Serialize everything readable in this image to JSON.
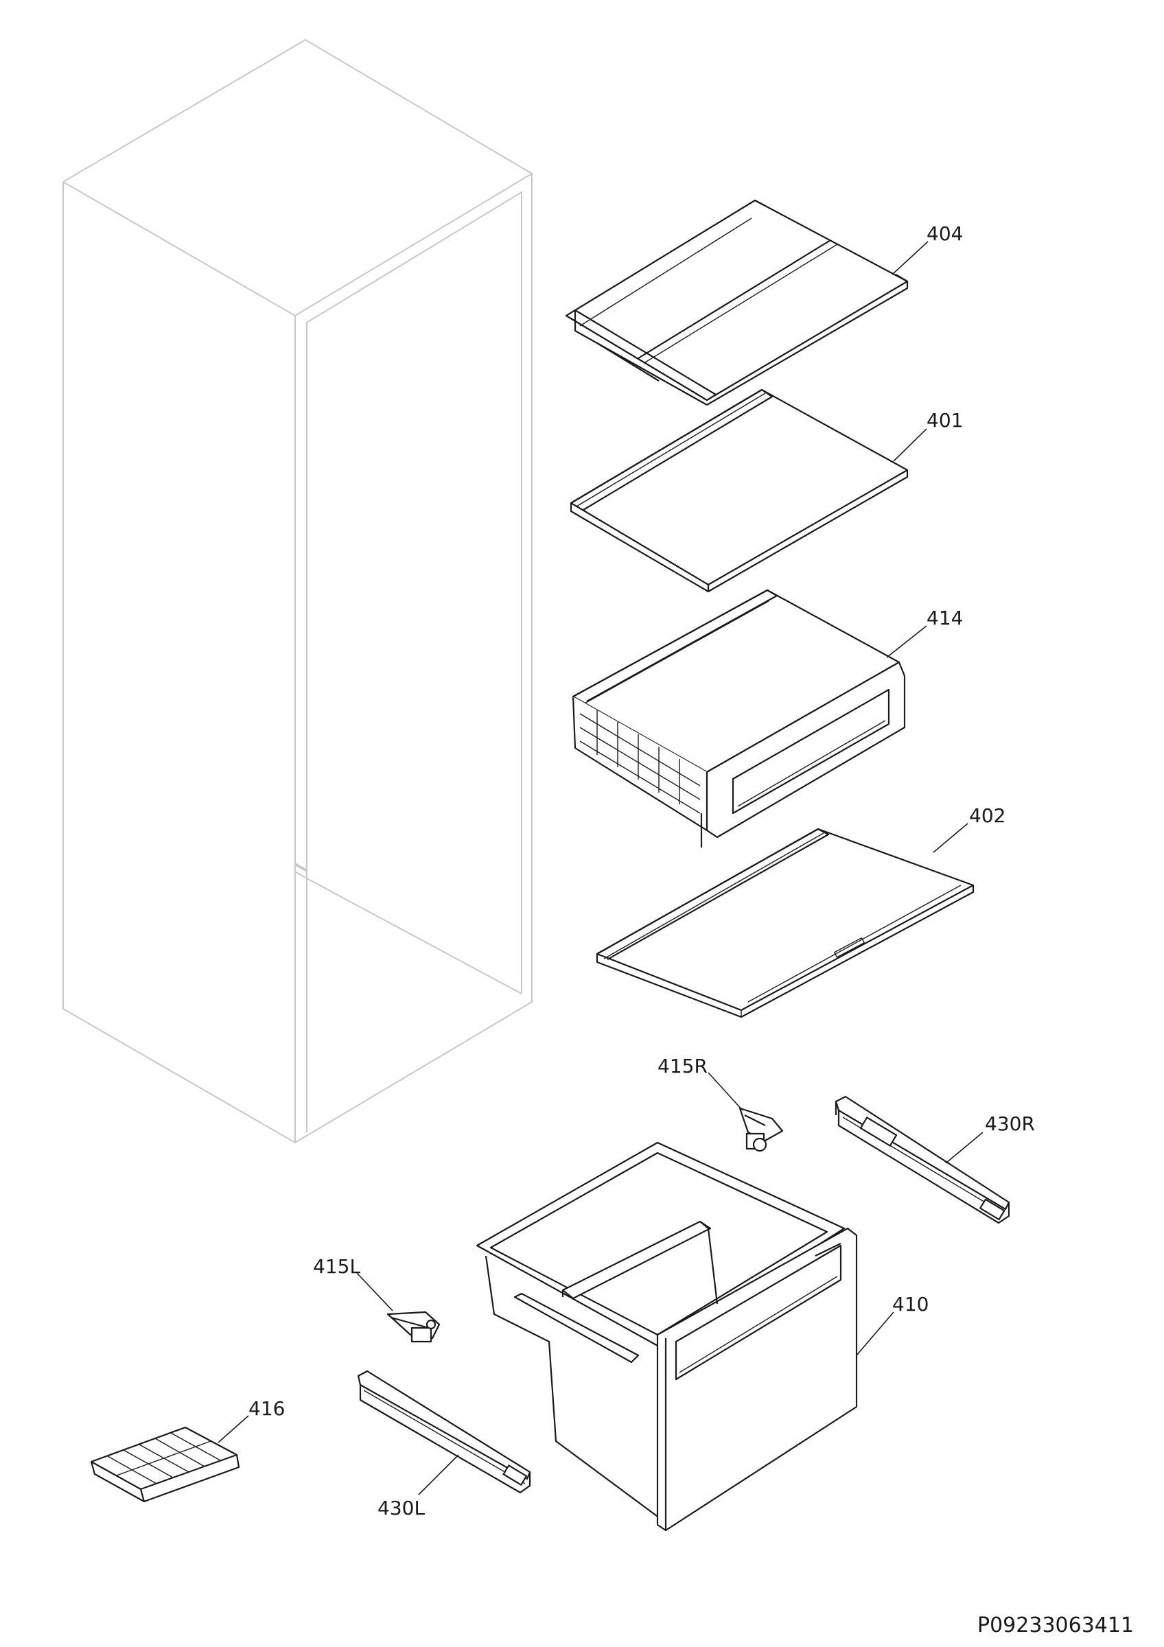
{
  "parts": [
    {
      "id": "404",
      "label": "404",
      "name": "top-glass-shelf"
    },
    {
      "id": "401",
      "label": "401",
      "name": "glass-shelf"
    },
    {
      "id": "414",
      "label": "414",
      "name": "compartment-with-cover"
    },
    {
      "id": "402",
      "label": "402",
      "name": "lower-glass-shelf"
    },
    {
      "id": "415R",
      "label": "415R",
      "name": "right-hinge-bracket"
    },
    {
      "id": "430R",
      "label": "430R",
      "name": "right-telescopic-rail"
    },
    {
      "id": "415L",
      "label": "415L",
      "name": "left-hinge-bracket"
    },
    {
      "id": "410",
      "label": "410",
      "name": "freezer-drawer"
    },
    {
      "id": "416",
      "label": "416",
      "name": "ice-cube-tray"
    },
    {
      "id": "430L",
      "label": "430L",
      "name": "left-telescopic-rail"
    }
  ],
  "document_code": "P09233063411"
}
